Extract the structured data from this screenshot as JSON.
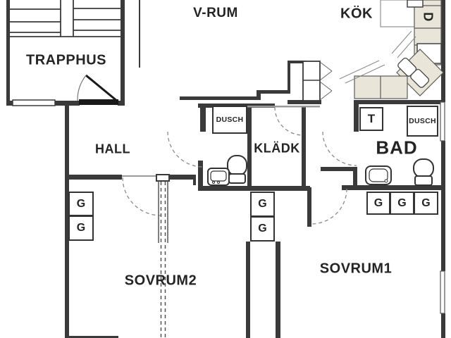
{
  "plan": {
    "rooms": {
      "trapphus": "TRAPPHUS",
      "vrum": "V-RUM",
      "kok": "KÖK",
      "hall": "HALL",
      "kladk": "KLÄDK",
      "bad": "BAD",
      "sovrum2": "SOVRUM2",
      "sovrum1": "SOVRUM1"
    },
    "fixtures": {
      "shower1": "DUSCH",
      "shower2": "DUSCH",
      "washer": "T",
      "dishwasher": "D"
    },
    "closets": {
      "hall": [
        "G",
        "G"
      ],
      "sovrum2": [
        "G",
        "G"
      ],
      "sovrum1": [
        "G",
        "G",
        "G"
      ]
    },
    "colors": {
      "wall": "#3a3a3a",
      "counter": "#e9e5d8",
      "counter_border": "#5a5a5a",
      "door_swing": "#8a8a8a",
      "background": "#ffffff",
      "text": "#242424"
    }
  }
}
